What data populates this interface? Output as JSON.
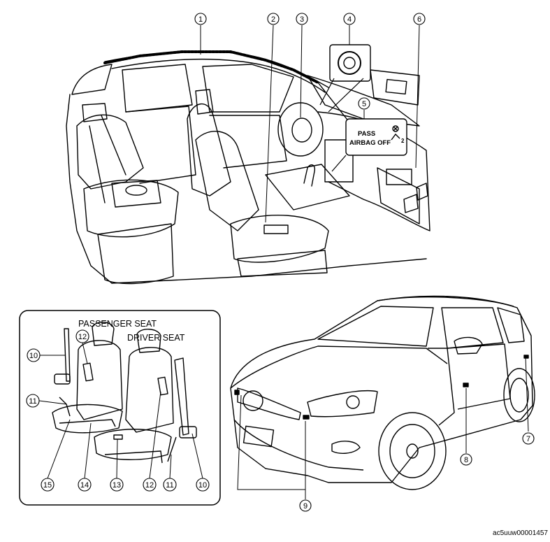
{
  "callouts": {
    "c1": "1",
    "c2": "2",
    "c3": "3",
    "c4": "4",
    "c5": "5",
    "c6": "6",
    "c7": "7",
    "c8": "8",
    "c9": "9",
    "c10a": "10",
    "c10b": "10",
    "c11a": "11",
    "c11b": "11",
    "c12a": "12",
    "c12b": "12",
    "c13": "13",
    "c14": "14",
    "c15": "15"
  },
  "seat_labels": {
    "passenger": "PASSENGER SEAT",
    "driver": "DRIVER SEAT"
  },
  "indicator": {
    "line1": "PASS",
    "line2": "AIRBAG OFF",
    "subscript": "2"
  },
  "figure_code": "ac5uuw00001457"
}
